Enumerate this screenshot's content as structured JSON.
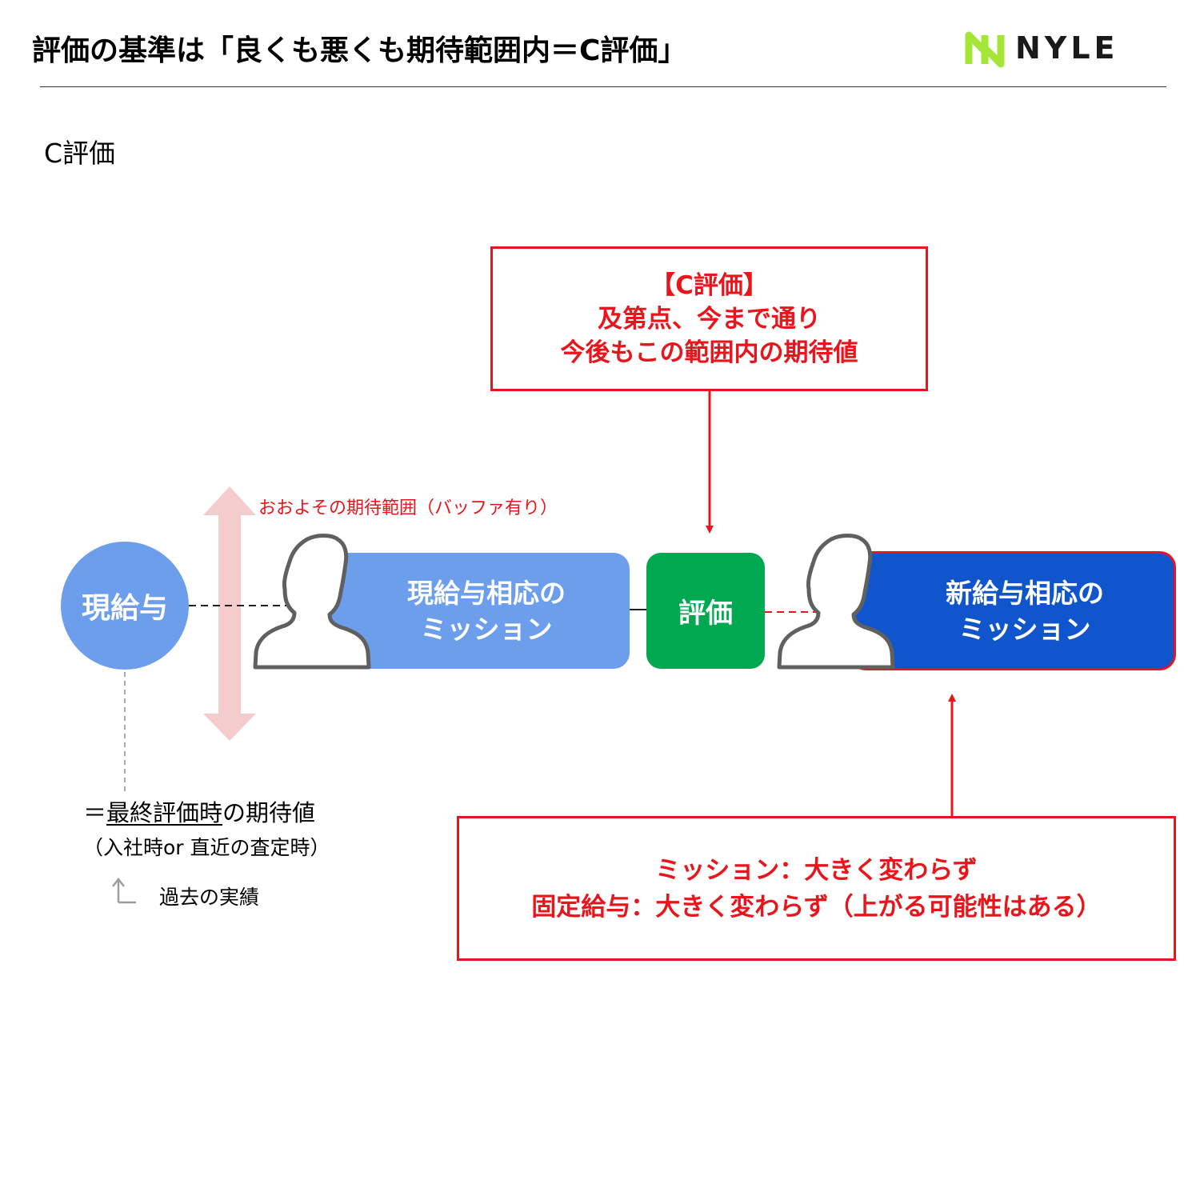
{
  "header": {
    "title": "評価の基準は「良くも悪くも期待範囲内＝C評価」",
    "logo_text": "NYLE",
    "logo_color": "#a3e635"
  },
  "subtitle": "C評価",
  "callout_top": {
    "line1": "【C評価】",
    "line2": "及第点、今まで通り",
    "line3": "今後もこの範囲内の期待値"
  },
  "range_label": "おおよその期待範囲（バッファ有り）",
  "current_salary": "現給与",
  "current_mission": {
    "line1": "現給与相応の",
    "line2": "ミッション"
  },
  "evaluation": "評価",
  "new_mission": {
    "line1": "新給与相応の",
    "line2": "ミッション"
  },
  "notes": {
    "expected_prefix": "＝",
    "expected_underlined": "最終評価時",
    "expected_suffix": "の期待値",
    "timing": "（入社時or 直近の査定時）",
    "past": "過去の実績"
  },
  "callout_bottom": {
    "line1": "ミッション：大きく変わらず",
    "line2": "固定給与：大きく変わらず（上がる可能性はある）"
  },
  "colors": {
    "red": "#e8151c",
    "light_blue": "#6d9eeb",
    "dark_blue": "#1155cc",
    "green": "#00a94f",
    "pink_arrow": "#f4cccc"
  }
}
